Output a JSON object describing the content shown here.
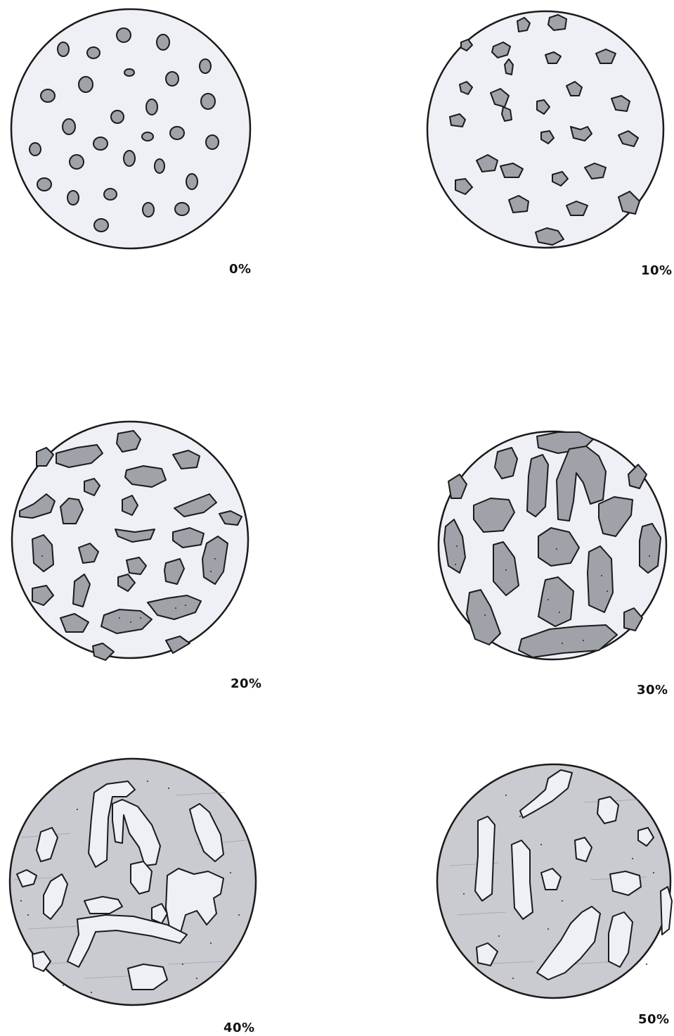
{
  "panels": [
    {
      "id": "p0",
      "label": "0%",
      "percent": 0,
      "matrix": "light"
    },
    {
      "id": "p10",
      "label": "10%",
      "percent": 10,
      "matrix": "light"
    },
    {
      "id": "p20",
      "label": "20%",
      "percent": 20,
      "matrix": "light"
    },
    {
      "id": "p30",
      "label": "30%",
      "percent": 30,
      "matrix": "light"
    },
    {
      "id": "p40",
      "label": "40%",
      "percent": 40,
      "matrix": "dark"
    },
    {
      "id": "p50",
      "label": "50%",
      "percent": 50,
      "matrix": "dark"
    }
  ],
  "colors": {
    "light_fill": "#eef0f5",
    "dark_fill": "#c9cbd1",
    "blob_fill": "#9fa2a8",
    "outline": "#1a1a1a",
    "label": "#111111"
  }
}
